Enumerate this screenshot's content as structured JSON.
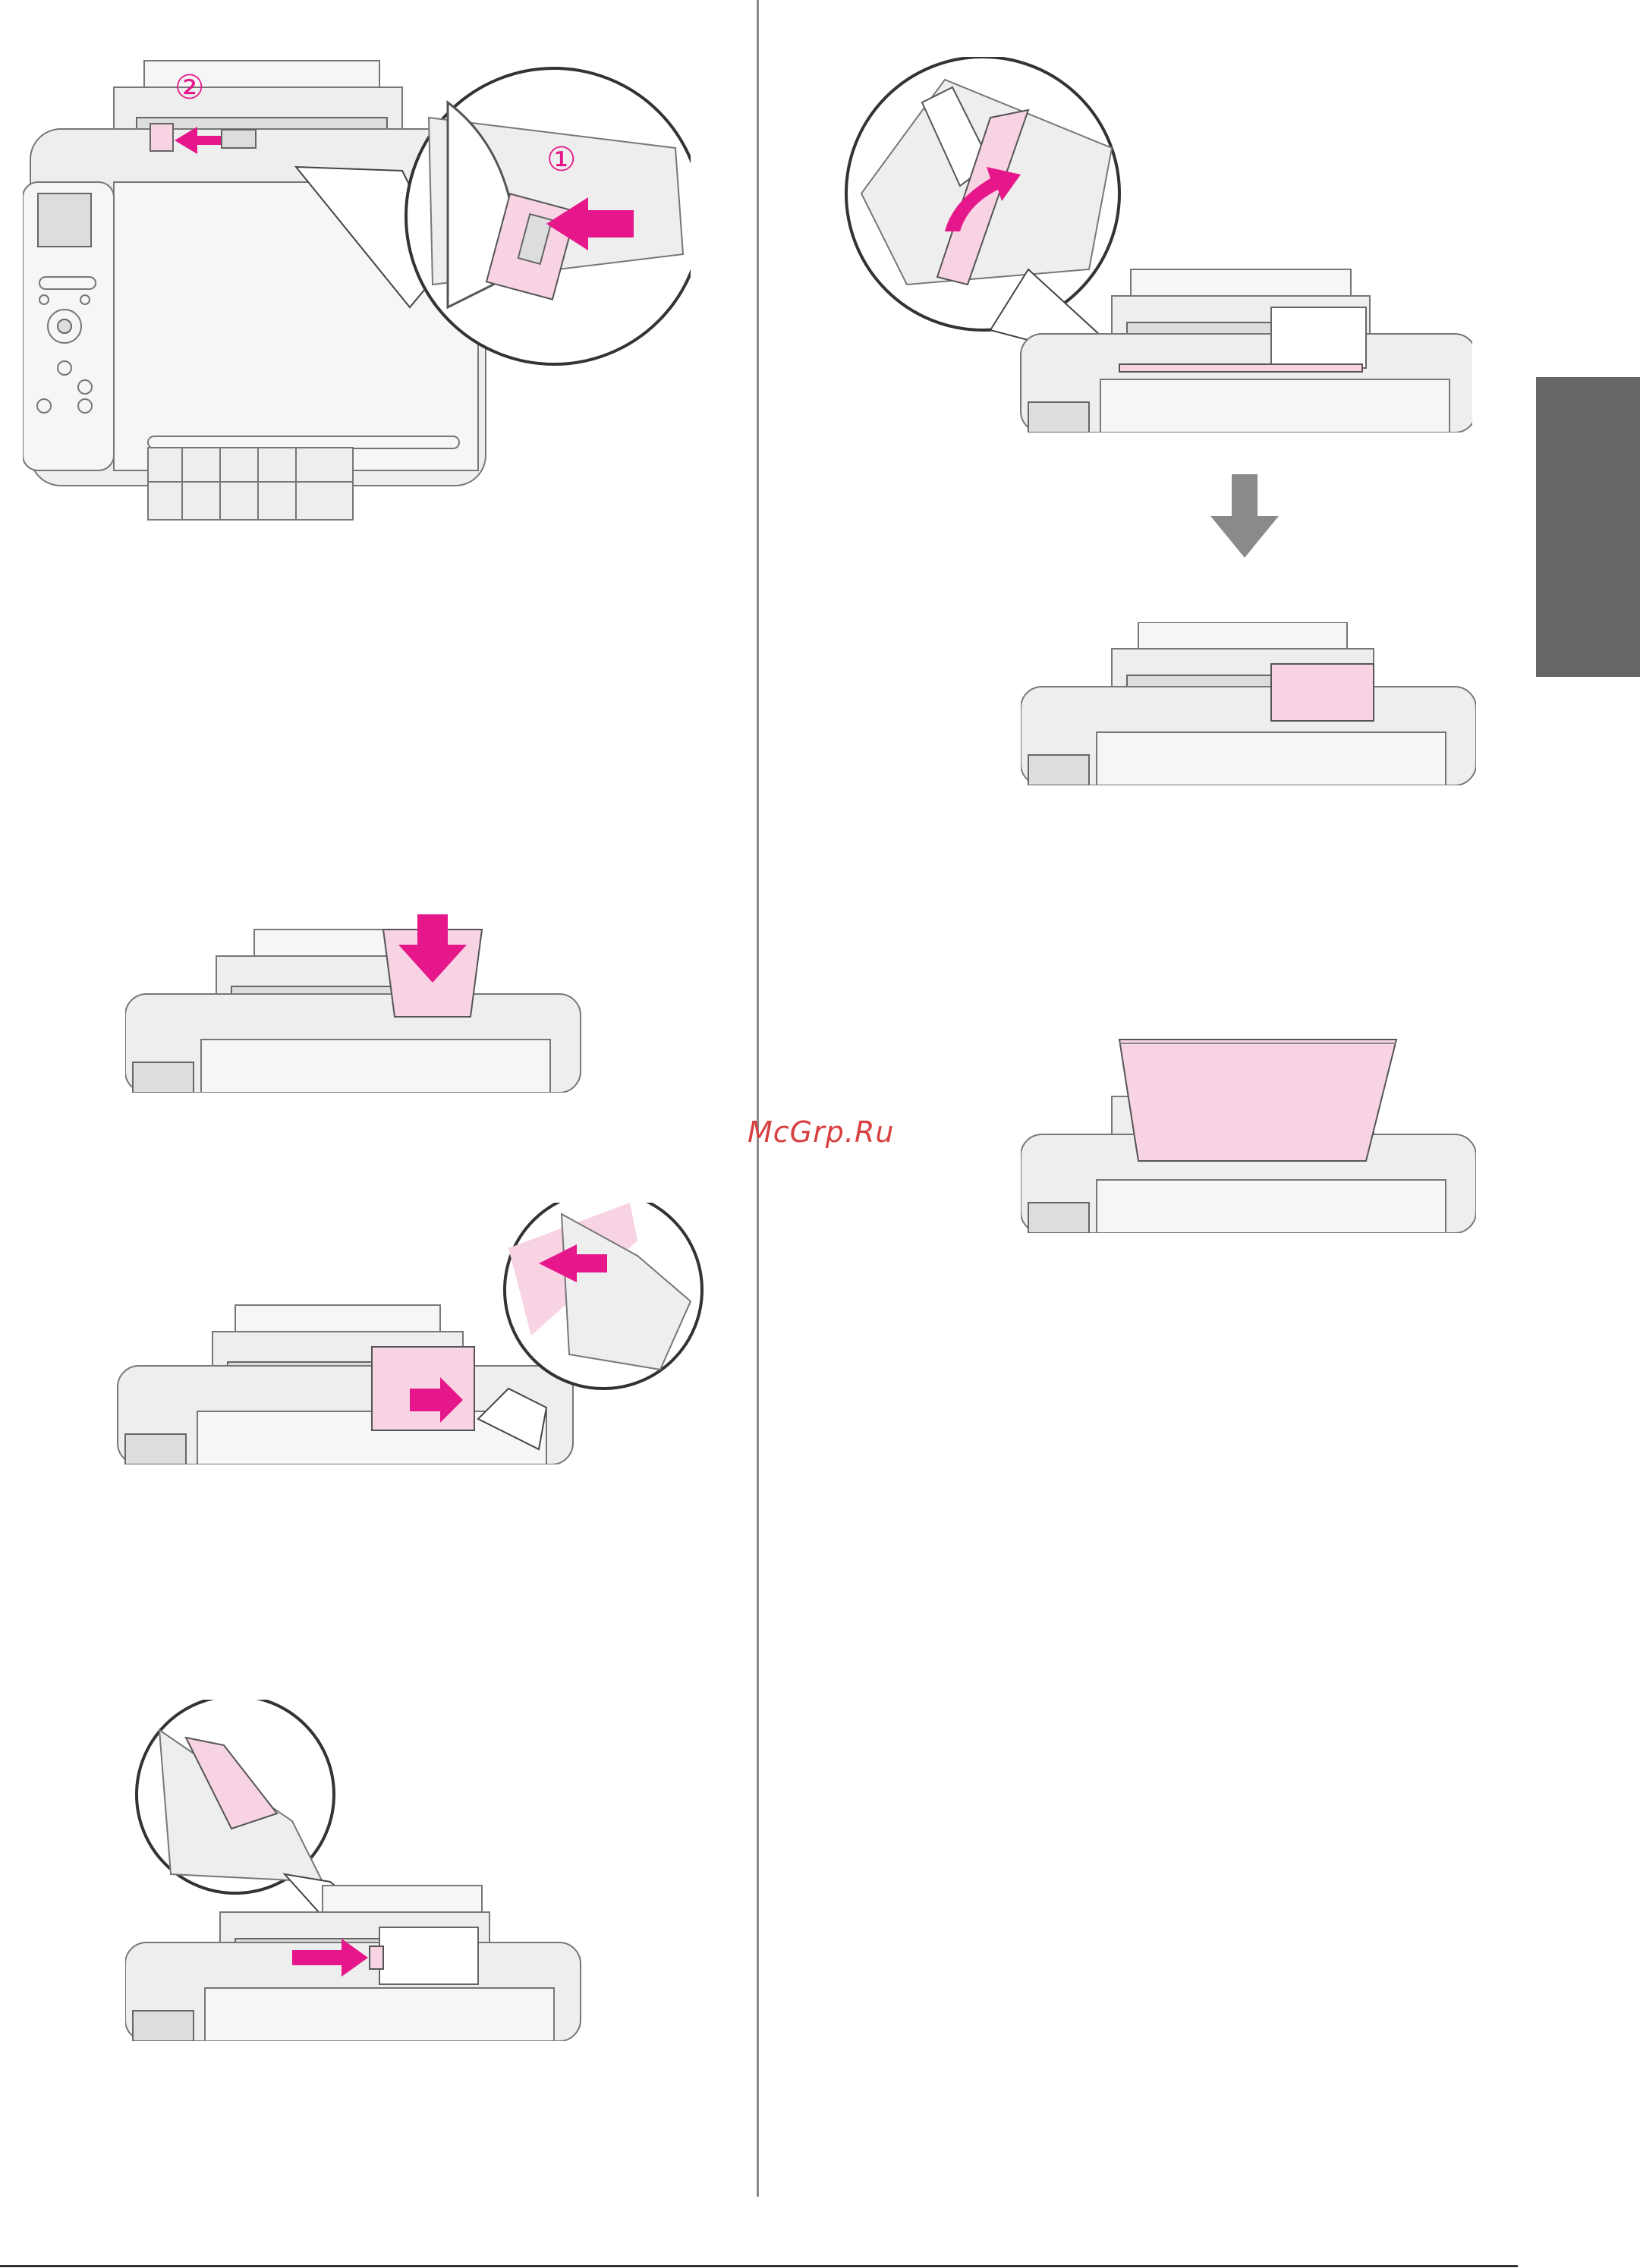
{
  "watermark": "McGrp.Ru",
  "step_markers": {
    "one": "①",
    "two": "②"
  },
  "colors": {
    "accent": "#e6178a",
    "paper": "#f8d3e4",
    "tab": "#666666"
  },
  "figures": [
    {
      "icon": "printer-open-cover-edge-guide-icon"
    },
    {
      "icon": "printer-load-paper-down-icon"
    },
    {
      "icon": "printer-paper-against-guide-icon"
    },
    {
      "icon": "printer-slide-edge-guide-icon"
    },
    {
      "icon": "paper-support-flip-icon"
    },
    {
      "icon": "down-arrow-icon"
    },
    {
      "icon": "printer-paper-loaded-icon"
    },
    {
      "icon": "printer-paper-stack-icon"
    }
  ]
}
